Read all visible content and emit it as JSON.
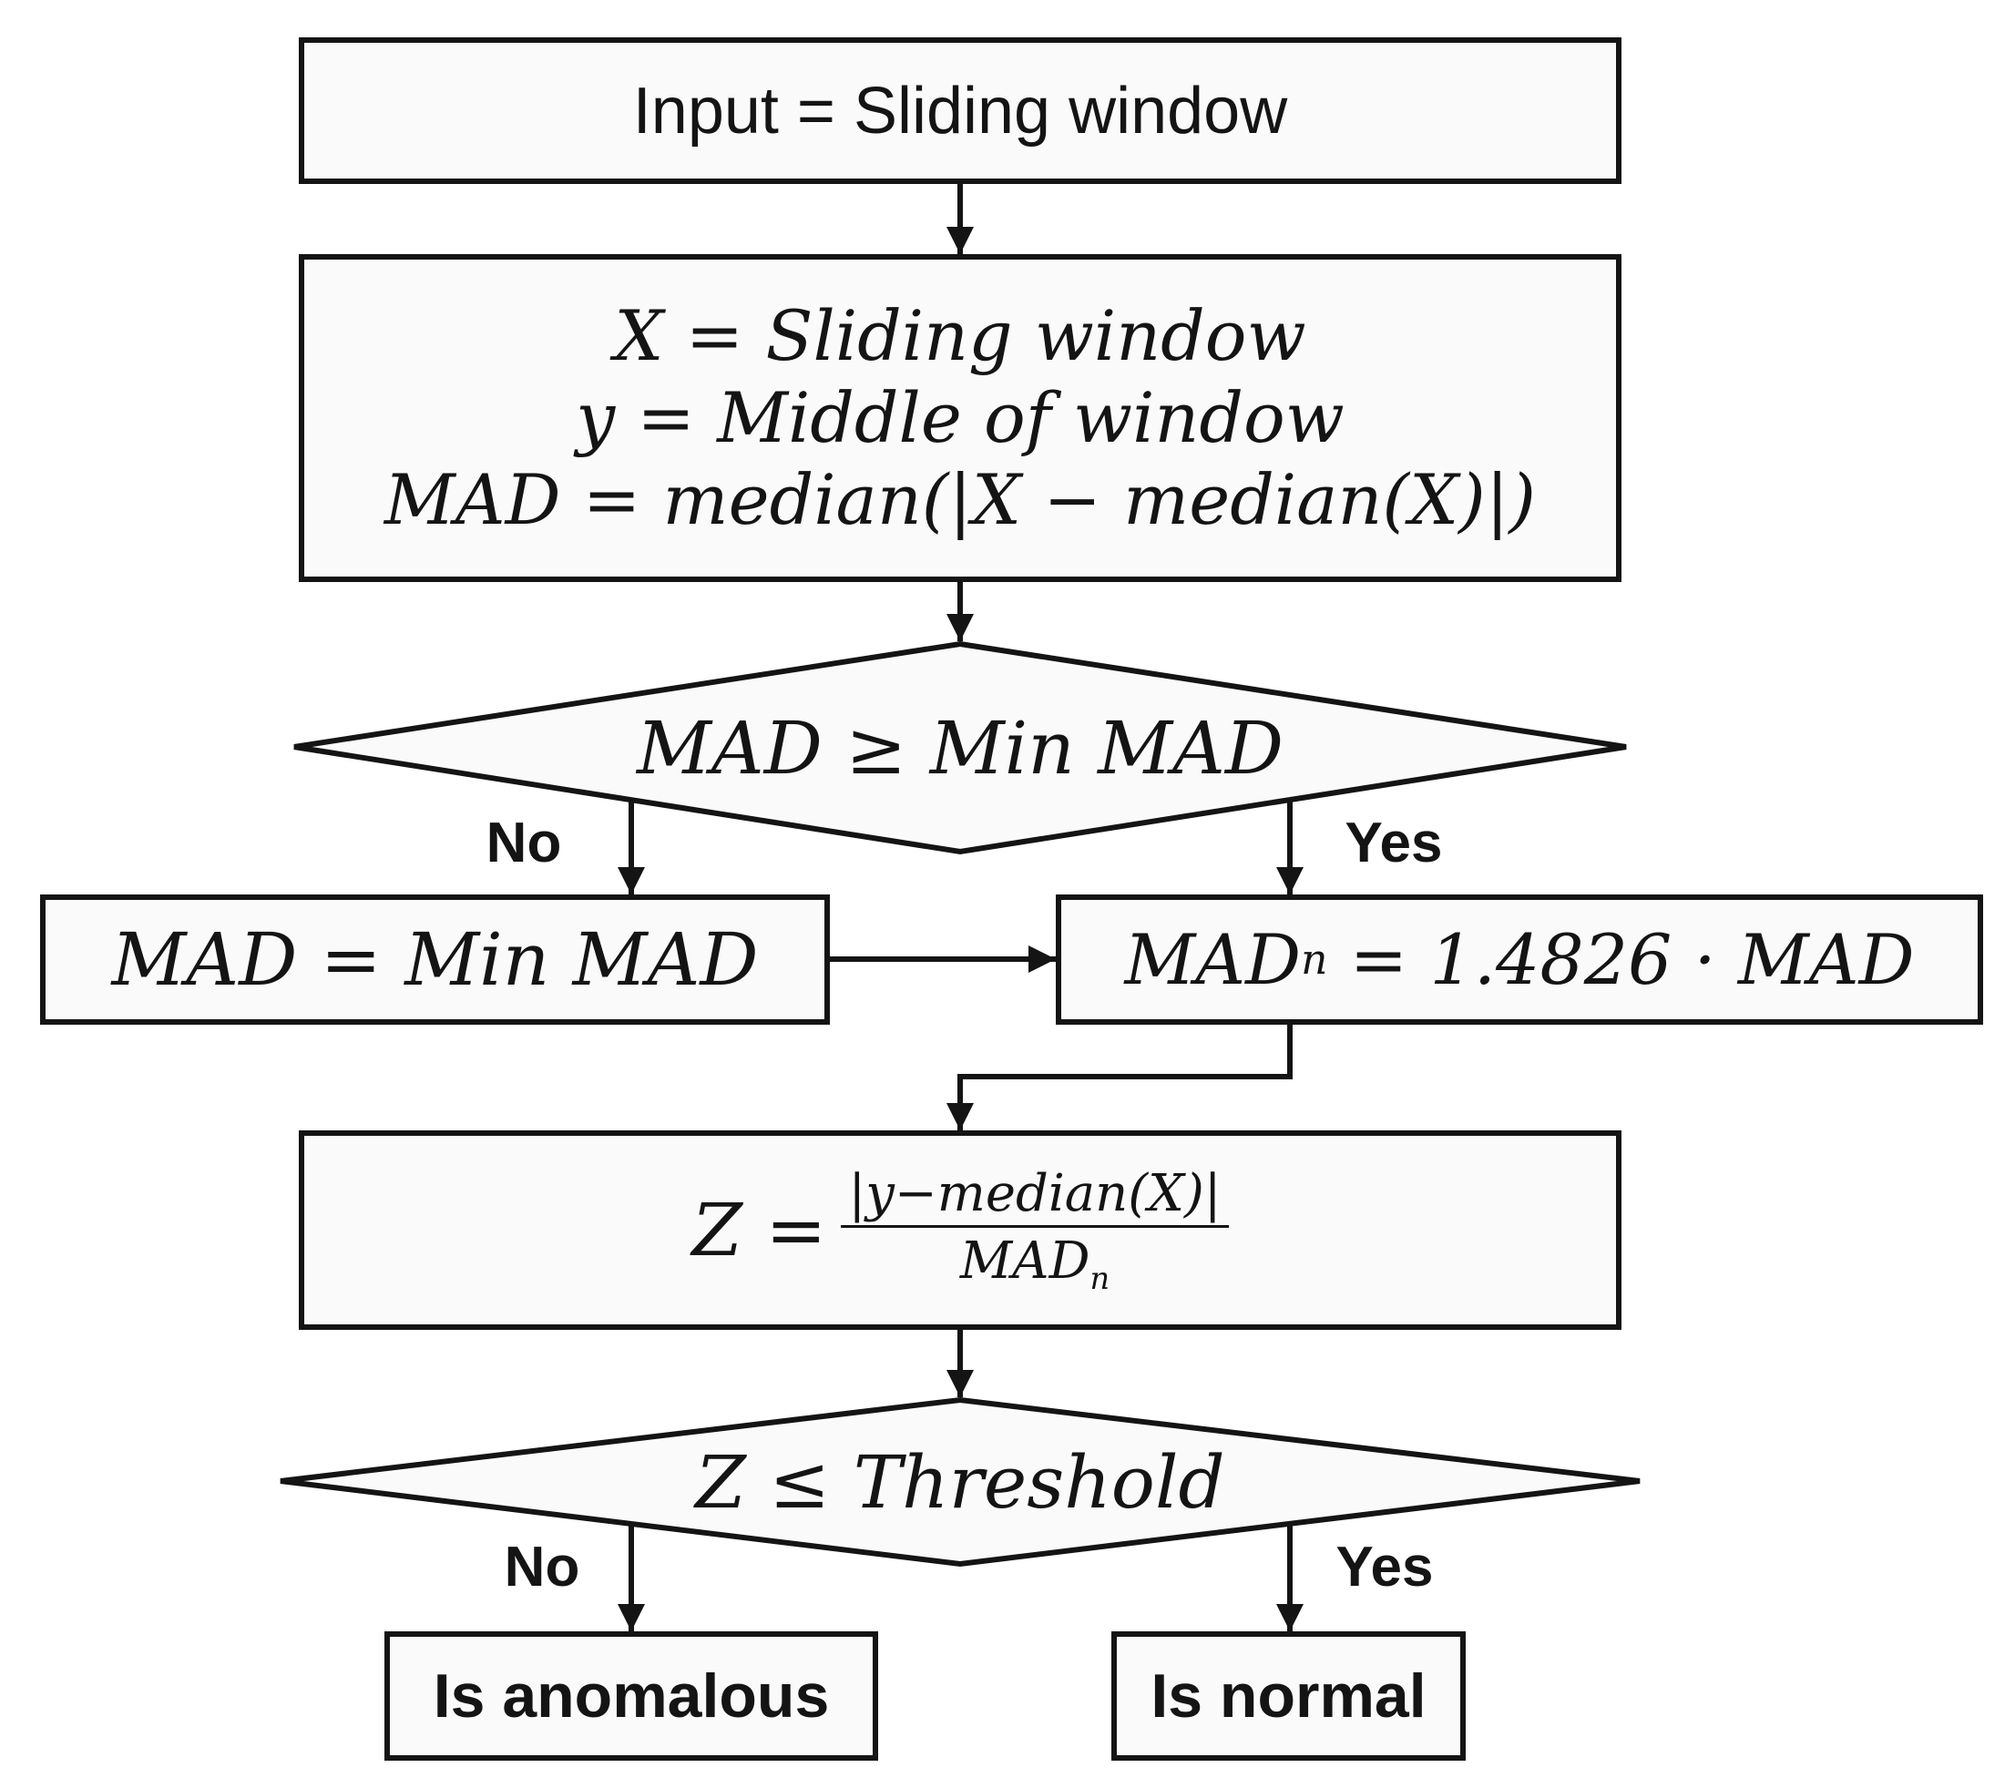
{
  "nodes": {
    "input": "Input = Sliding window",
    "defs": {
      "line1": "X = Sliding window",
      "line2": "y = Middle of window",
      "line3": "MAD = median(|X − median(X)|)"
    },
    "decision_mad": "MAD ≥ Min MAD",
    "set_min_mad": "MAD = Min MAD",
    "normalize": {
      "lhs": "MAD",
      "sub": "n",
      "rhs": " = 1.4826 · MAD"
    },
    "z_score": {
      "lhs": "Z =",
      "num": "|y−median(X)|",
      "den": "MAD",
      "den_sub": "n"
    },
    "decision_z": "Z ≤ Threshold",
    "anomalous": "Is anomalous",
    "normal": "Is normal"
  },
  "edge_labels": {
    "mad_no": "No",
    "mad_yes": "Yes",
    "z_no": "No",
    "z_yes": "Yes"
  },
  "colors": {
    "stroke": "#141414",
    "fill": "#fafafa",
    "background": "#ffffff"
  }
}
